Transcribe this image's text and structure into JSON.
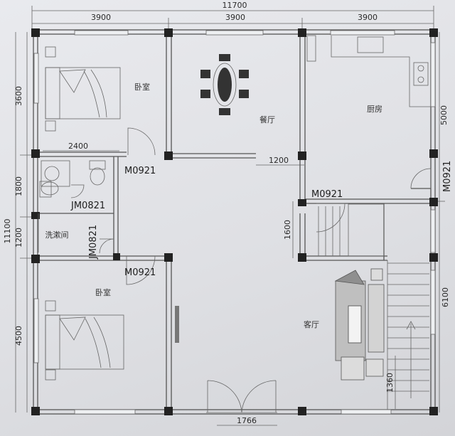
{
  "dimensions": {
    "total_width": "11700",
    "top_spans": [
      "3900",
      "3900",
      "3900"
    ],
    "left_total": "11100",
    "left_spans": [
      "3600",
      "1800",
      "1200",
      "4500"
    ],
    "right_spans": [
      "5000",
      "6100"
    ],
    "bathroom_width": "2400",
    "dining_opening": "1200",
    "stair_opening": "1600",
    "entry_width": "1766",
    "stair_offset": "1360"
  },
  "rooms": {
    "bedroom_top": "卧室",
    "dining": "餐厅",
    "kitchen": "厨房",
    "laundry": "洗漱间",
    "bedroom_bottom": "卧室",
    "living": "客厅"
  },
  "doors": {
    "bedroom_top_door": "M0921",
    "bathroom_door": "JM0821",
    "laundry_door": "JM0821",
    "bedroom_bottom_door": "M0921",
    "stair_door": "M0921",
    "kitchen_side_door": "M0921"
  }
}
